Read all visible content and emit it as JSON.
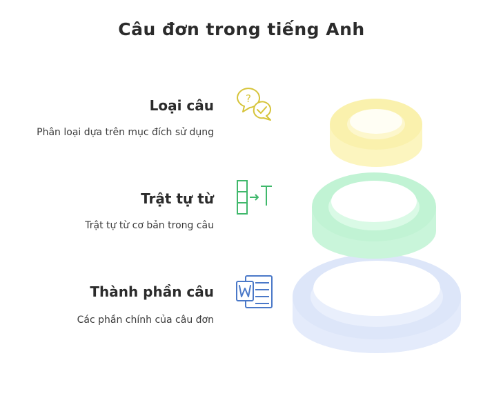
{
  "title": "Câu đơn trong tiếng Anh",
  "items": [
    {
      "title": "Loại câu",
      "description": "Phân loại dựa trên mục đích sử dụng",
      "icon": "question-answer-bubbles-icon",
      "color": "#f5e9a0"
    },
    {
      "title": "Trật tự từ",
      "description": "Trật tự từ cơ bản trong câu",
      "icon": "column-arrow-text-icon",
      "color": "#b9f1cf"
    },
    {
      "title": "Thành phần câu",
      "description": "Các phần chính của câu đơn",
      "icon": "word-document-icon",
      "color": "#dbe6fb"
    }
  ],
  "colors": {
    "yellow_ring": "#fbf3b8",
    "green_ring": "#c6f5d8",
    "blue_ring": "#dce6fa",
    "yellow_icon": "#d6c43a",
    "green_icon": "#3fb86b",
    "blue_icon": "#4a78c8"
  }
}
